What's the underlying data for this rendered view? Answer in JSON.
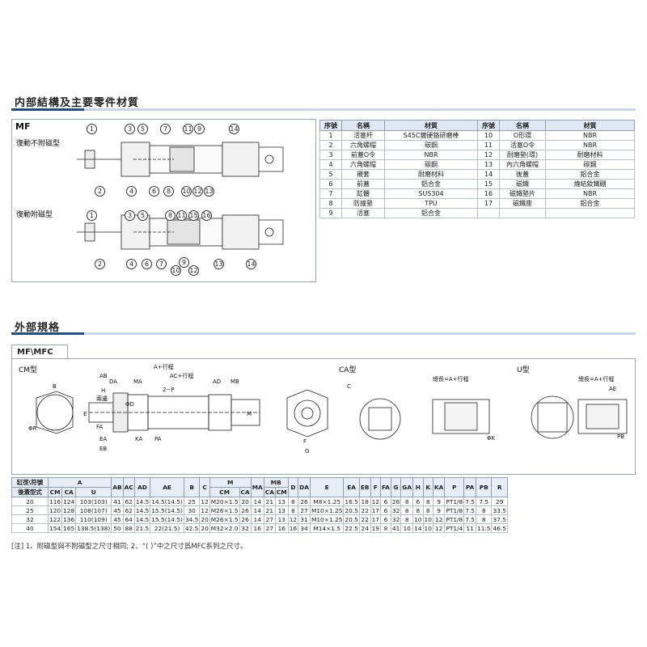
{
  "section1": {
    "title": "内部結構及主要零件材質"
  },
  "section2": {
    "title": "外部規格"
  },
  "internal": {
    "panel_label": "MF",
    "label_a": "復動不附磁型",
    "label_b": "復動附磁型",
    "callouts_a_top": [
      "1",
      "3",
      "5",
      "7",
      "11",
      "9",
      "14"
    ],
    "callouts_a_bottom": [
      "2",
      "4",
      "6",
      "8",
      "10",
      "12",
      "13"
    ],
    "callouts_b_top": [
      "1",
      "3",
      "5",
      "8",
      "11",
      "15",
      "16"
    ],
    "callouts_b_bottom": [
      "2",
      "4",
      "6",
      "7",
      "10",
      "9",
      "12",
      "13",
      "14"
    ]
  },
  "parts_table": {
    "headers": [
      "序號",
      "名稱",
      "材質",
      "序號",
      "名稱",
      "材質"
    ],
    "rows": [
      [
        "1",
        "活塞杆",
        "S45C鍍硬鉻研磨棒",
        "10",
        "O形環",
        "NBR"
      ],
      [
        "2",
        "六角螺帽",
        "碳鋼",
        "11",
        "活塞O令",
        "NBR"
      ],
      [
        "3",
        "前蓋O令",
        "NBR",
        "12",
        "耐磨墊(環)",
        "耐磨材料"
      ],
      [
        "4",
        "六角螺帽",
        "碳鋼",
        "13",
        "內六角螺帽",
        "碳鋼"
      ],
      [
        "5",
        "襯套",
        "耐磨材料",
        "14",
        "後蓋",
        "鋁合金"
      ],
      [
        "6",
        "前蓋",
        "鋁合金",
        "15",
        "磁鐵",
        "燒結釹鐵硼"
      ],
      [
        "7",
        "缸體",
        "SUS304",
        "16",
        "磁鐵墊片",
        "NBR"
      ],
      [
        "8",
        "防撞墊",
        "TPU",
        "17",
        "磁鐵座",
        "鋁合金"
      ],
      [
        "9",
        "活塞",
        "鋁合金",
        "",
        "",
        " "
      ]
    ]
  },
  "external": {
    "tab": "MF\\MFC",
    "cm_label": "CM型",
    "ca_label": "CA型",
    "u_label": "U型",
    "dim_labels": {
      "a_plus_stroke": "A+行程",
      "ac_plus_stroke": "AC+行程",
      "total_len": "總長=A+行程",
      "two_p": "2−P",
      "two_flat": "兩邊",
      "ab": "AB",
      "h": "H",
      "da": "DA",
      "ma": "MA",
      "ad": "AD",
      "mb": "MB",
      "b": "B",
      "e": "E",
      "fa": "FA",
      "ea": "EA",
      "eb": "EB",
      "m": "M",
      "ka": "KA",
      "pa": "PA",
      "g": "G",
      "f": "F",
      "r": "ΦR",
      "c": "C",
      "k": "ΦK",
      "pb": "PB",
      "ae": "AE",
      "d": "ΦD"
    }
  },
  "dims_table": {
    "head1": [
      "缸徑\\符號",
      "A",
      "AB",
      "AC",
      "AD",
      "AE",
      "B",
      "C",
      "M",
      "MA",
      "MB",
      "D",
      "DA",
      "E",
      "EA",
      "EB",
      "F",
      "FA",
      "G",
      "GA",
      "H",
      "K",
      "KA",
      "P",
      "PA",
      "PB",
      "R"
    ],
    "head2": [
      "後蓋型式",
      "CM",
      "CA",
      "U",
      "CM",
      "CA",
      "CA",
      "CM"
    ],
    "rows": [
      [
        "20",
        "116",
        "124",
        "103(103)",
        "41",
        "62",
        "14.5",
        "14.5(14.5)",
        "25",
        "12",
        "M20×1.5",
        "20",
        "14",
        "21",
        "13",
        "8",
        "26",
        "M8×1.25",
        "16.5",
        "18",
        "12",
        "6",
        "26",
        "8",
        "6",
        "8",
        "9",
        "PT1/8",
        "7.5",
        "7.5",
        "29"
      ],
      [
        "25",
        "120",
        "128",
        "108(107)",
        "45",
        "62",
        "14.5",
        "15.5(14.5)",
        "30",
        "12",
        "M26×1.5",
        "26",
        "14",
        "21",
        "13",
        "8",
        "27",
        "M10×1.25",
        "20.5",
        "22",
        "17",
        "6",
        "32",
        "8",
        "8",
        "8",
        "9",
        "PT1/8",
        "7.5",
        "8",
        "33.5"
      ],
      [
        "32",
        "122",
        "136",
        "110(109)",
        "45",
        "64",
        "14.5",
        "15.5(14.5)",
        "34.5",
        "20",
        "M26×1.5",
        "26",
        "14",
        "27",
        "13",
        "12",
        "31",
        "M10×1.25",
        "20.5",
        "22",
        "17",
        "6",
        "32",
        "8",
        "10",
        "10",
        "12",
        "PT1/8",
        "7.5",
        "8",
        "37.5"
      ],
      [
        "40",
        "154",
        "165",
        "138.5(138)",
        "50",
        "88",
        "21.5",
        "22(21.5)",
        "42.5",
        "20",
        "M32×2.0",
        "32",
        "16",
        "27",
        "16",
        "16",
        "34",
        "M14×1.5",
        "22.5",
        "24",
        "19",
        "8",
        "41",
        "10",
        "14",
        "10",
        "12",
        "PT1/4",
        "11",
        "11.5",
        "46.5"
      ]
    ]
  },
  "note": "[注] 1、附磁型與不附磁型之尺寸相同; 2、“( )”中之尺寸爲MFC系列之尺寸。",
  "colors": {
    "accent": "#1e4f8c",
    "line": "#c7d6e6",
    "header_bg": "#dfe8f3"
  }
}
